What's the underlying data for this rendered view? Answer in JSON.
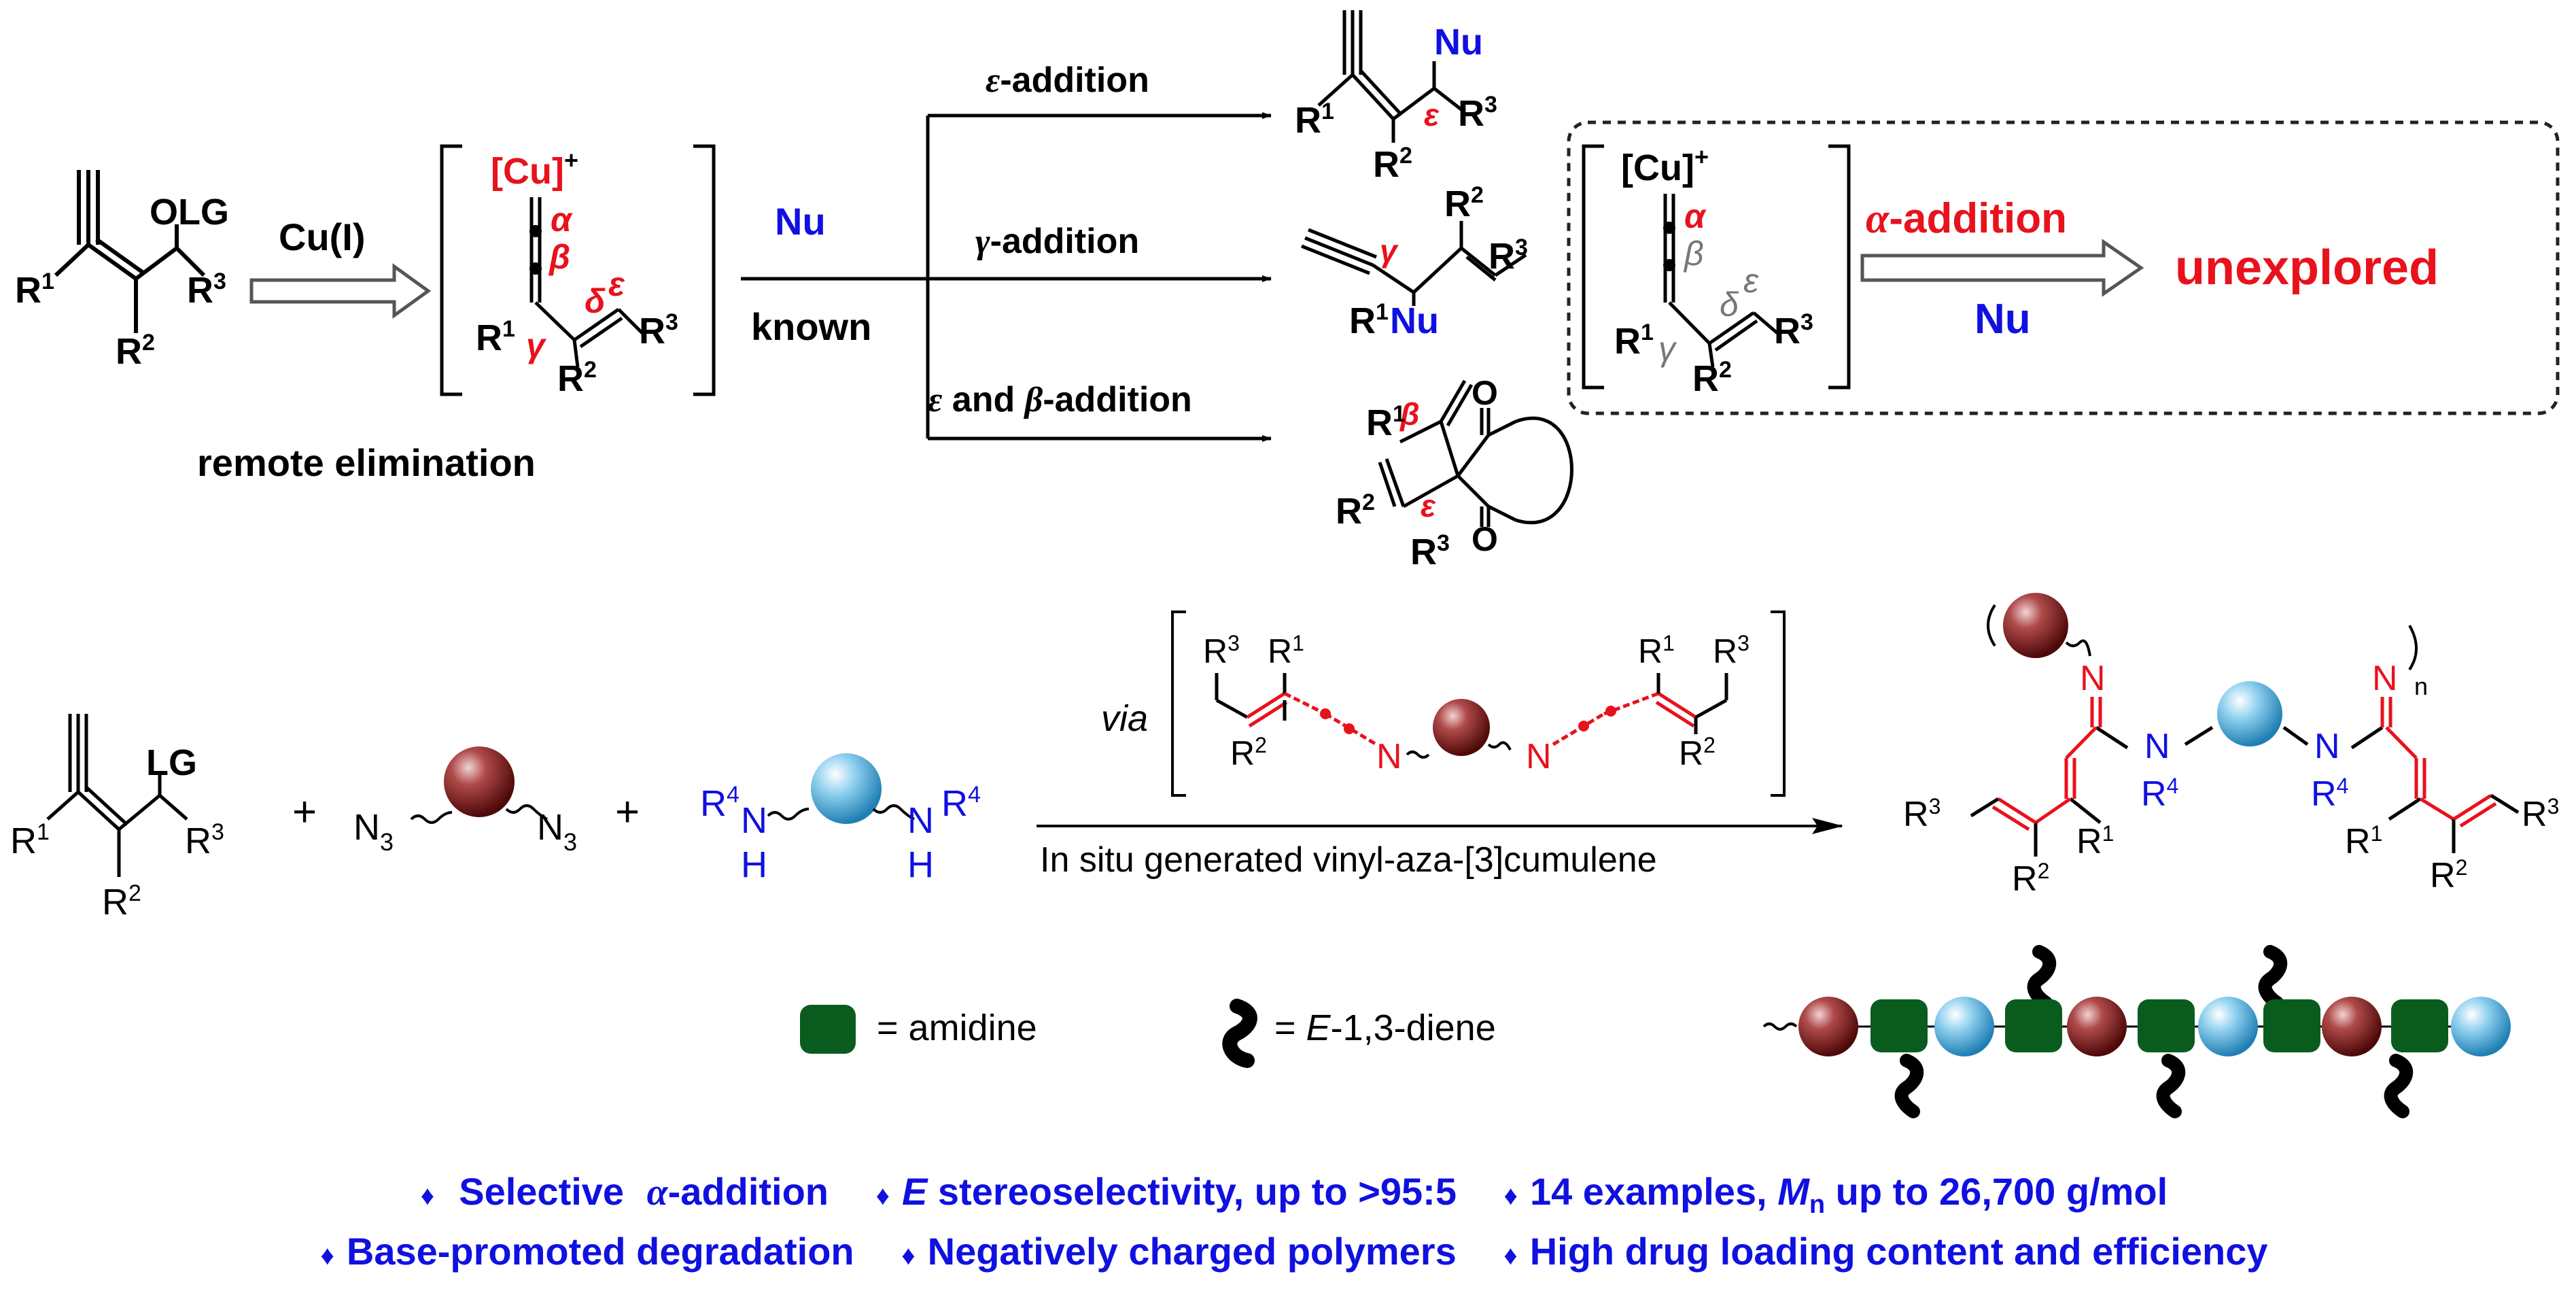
{
  "top": {
    "reagent_cu": "Cu(I)",
    "remote_elimination": "remote elimination",
    "intermediate_cu": "[Cu]",
    "plus_sign": "+",
    "nu": "Nu",
    "known": "known",
    "eps_addition_sym": "ε",
    "eps_addition": "-addition",
    "gamma_addition_sym": "γ",
    "gamma_addition": "-addition",
    "eb_addition_eps": "ε",
    "eb_addition_and": " and ",
    "eb_addition_beta": "β",
    "eb_addition": "-addition",
    "alpha_addition_sym": "α",
    "alpha_addition": "-addition",
    "unexplored": "unexplored",
    "olg": "OLG",
    "greek": {
      "alpha": "α",
      "beta": "β",
      "gamma": "γ",
      "delta": "δ",
      "epsilon": "ε"
    },
    "r1": "R",
    "r2": "R",
    "r3": "R",
    "sup1": "1",
    "sup2": "2",
    "sup3": "3",
    "o": "O"
  },
  "bottom": {
    "lg": "LG",
    "n3": "N",
    "sub3": "3",
    "plus": "+",
    "via": "via",
    "in_situ": "In situ generated vinyl-aza-[3]cumulene",
    "n": "N",
    "h": "H",
    "r4": "R",
    "sup4": "4",
    "sub_n": "n",
    "amidine_eq": "= amidine",
    "diene_eq_prefix": "= ",
    "diene_e": "E",
    "diene_eq_suffix": "-1,3-diene"
  },
  "footer": {
    "line1": [
      {
        "pre": "Selective ",
        "ital": "α",
        "post": "-addition"
      },
      {
        "pre": "",
        "ital": "E",
        "post": " stereoselectivity, up to >95:5"
      },
      {
        "pre": "14 examples, ",
        "ital": "M",
        "sub": "n",
        "post": " up to 26,700 g/mol"
      }
    ],
    "line2": [
      "Base-promoted degradation",
      "Negatively charged polymers",
      "High drug loading content and efficiency"
    ],
    "bullet": "♦"
  },
  "colors": {
    "red": "#e8121d",
    "blue": "#1010e0",
    "black": "#000000",
    "maroon": "#7a1414",
    "cyan": "#39a8d8",
    "green": "#0a5c1e"
  }
}
